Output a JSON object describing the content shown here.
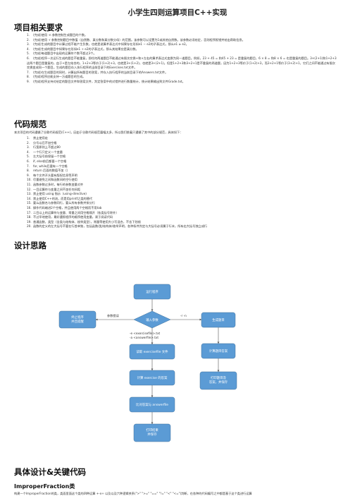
{
  "title": "小学生四则运算项目C++实现",
  "requirements": {
    "heading": "项目相关要求",
    "items": [
      "(完成)使用 -n 参数控制生成题目的个数。",
      "(完成)使用 -r 参数控制题目中数值（自然数、真分数和真分数分母）的范围。该参数可以设置为1或其他自然数。该参数必须给定，否则程序报错并给出帮助信息。",
      "(完成)生成的题目中计算过程不能产生负数，也就是说算术表达式中如果存在形如e1 − e2的子表达式，那么e1 ≥ e2。",
      "(完成)生成的题目中如果存在形如e1 ÷ e2的子表达式，那么其结果应是真分数。",
      "(完成)每道题目中出现的运算符个数不超过3个。",
      "(完成)程序一次运行生成的题目不能重复，即任何两道题目不能通过有限次交换+和×左右的算术表达式变换为同一道题目。例如，23 + 45 = 和45 + 23 = 是重复的题目，6 × 8 = 和8 × 6 = 也是重复的题目。3+(2+1)和1+2+3这两个题目是重复的，由于+是左结合的，1+2+3等价于(1+2)+3，也就是3+(1+2)，也就是3+(2+1)。但是1+2+3和3+2+1是不重复的两道题，因为1+2+3等价于(1+2)+3，而3+2+1等价于(3+2)+1，它们之间不能通过有限次交换变成同一个题目。生成的题目存入执行程序的当前目录下的Exercises.txt文件。",
      "(完成)在生成题目的同时，计算出所有题目的答案，并存入执行程序的当前目录下的Answers.txt文件。",
      "(完成)程序应能支持一万道题目的生成。",
      "(完成)程序支持对给定的题目文件和答案文件，判定答案中的对错并进行数量统计，统计结果输出到文件Grade.txt。"
    ]
  },
  "code_spec": {
    "heading": "代码规范",
    "intro": "本次项目的代码遵循了谷歌代码规范(C++)，因由于谷歌代码规范篇幅太多，所以我们挑着只遵循了其中的部分规范，具体如下：",
    "items": [
      "禁止使用宏",
      "分号以后不加空格",
      "行宽原则上不超过80",
      "一个行只定义一个变量",
      "左大括号前保留一个空格",
      "if, else前后都要一个空格",
      "for, while后要有一个空格",
      "return 后面的数值不加（）",
      "每个文件开头要有版权信息等声明",
      "尽量避免之间和函数间的空行使用",
      "函数参数过多时，每行的参数变量对齐",
      "一目运算符与变量之间不加任何间距",
      "禁止使用 using 指示（using-directive)",
      "禁止使用C++的流，而是用printf之类的替代",
      "要么函数名与参数同行，要么所有参数并排分行",
      "操作代码缩进2个空格，并且使用两个空格而不用tab",
      "二目以上的运算符与变量、常量之间用空格隔开（各类括号除外）",
      "不过早地使用，最好遵照程序的顺序使用变量，易于阅读代码",
      "普通函数，类型（含类与结构体、枚举类型），常量等使用大小写混合，不含下划线",
      "函数的定义的左大括号不要在行首单独，包括函数/类/结构体/枚举声明，各种条件判定与大括号必须属于行末，所有右大括号独立成行"
    ]
  },
  "design": {
    "heading": "设计思路",
    "nodes": {
      "start": "运行程序",
      "error": "终止程序\n并且提醒",
      "input": "输入参数",
      "gen": "生成题目",
      "read": "读取 exercisefile 文件",
      "calc": "计算题目答案",
      "count": "计算 exercise 的答案",
      "out": "打印题目及\n答案，并保存",
      "compare": "比对答案与 answerfile",
      "end": "打印结果\n并保存"
    },
    "edges": {
      "param_error": "参数错误",
      "n_r": "-r -n",
      "e_a": [
        "-e <exercisefile>.txt",
        "-a <answerfile>.txt"
      ]
    },
    "colors": {
      "node": "#5b9bd5",
      "node_border": "#41719c",
      "edge": "#555555"
    }
  },
  "impl": {
    "heading": "具体设计&关键代码",
    "class_name": "ImproperFraction类",
    "intro": "构建一个ImproperFraction的类，类面里面这个类的四种运算 +-x÷ 以及以及六种逻辑关系(\">\" \">=\" \"==\" \"!=\" \"<\" \"<=\")判断，在各种的代码编写之中都是基于这个类进行运算"
  }
}
